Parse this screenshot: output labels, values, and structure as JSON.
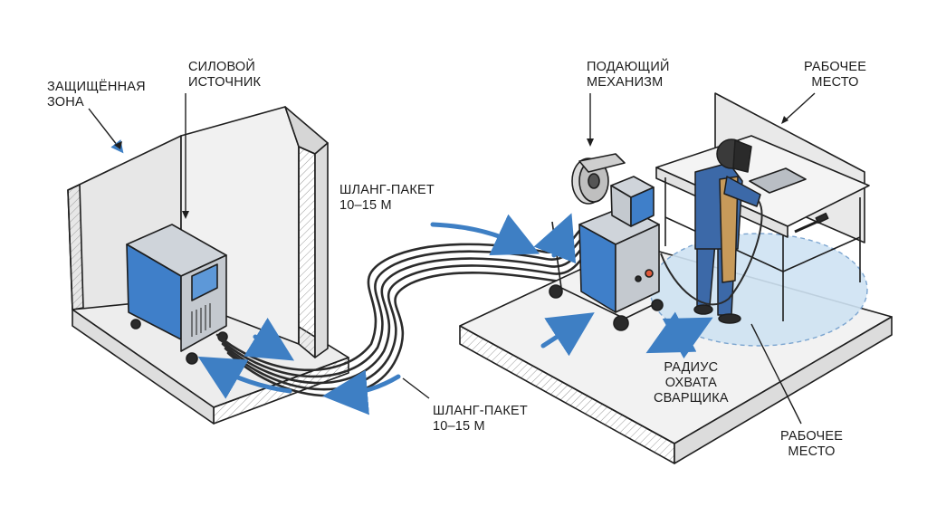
{
  "labels": {
    "protected_zone": [
      "ЗАЩИЩЁННАЯ",
      "ЗОНА"
    ],
    "power_source": [
      "СИЛОВОЙ",
      "ИСТОЧНИК"
    ],
    "hose_top": [
      "ШЛАНГ-ПАКЕТ",
      "10–15 М"
    ],
    "hose_bottom": [
      "ШЛАНГ-ПАКЕТ",
      "10–15 М"
    ],
    "feeder": [
      "ПОДАЮЩИЙ",
      "МЕХАНИЗМ"
    ],
    "workplace_top": [
      "РАБОЧЕЕ",
      "МЕСТО"
    ],
    "radius": [
      "РАДИУС",
      "ОХВАТА",
      "СВАРЩИКА"
    ],
    "workplace_bottom": [
      "РАБОЧЕЕ",
      "МЕСТО"
    ]
  },
  "colors": {
    "outline": "#1e1e1e",
    "machine_blue": "#3f7fc9",
    "machine_gray": "#c7ccd2",
    "wall_face": "#ececec",
    "wall_side": "#dcdcdc",
    "floor": "#f1f1f1",
    "arrow_blue": "#3e7fc4",
    "work_zone": "#cfe3f3",
    "hose": "#2b2b2b",
    "welder_suit": "#3c69a8",
    "apron": "#c79a5a"
  }
}
